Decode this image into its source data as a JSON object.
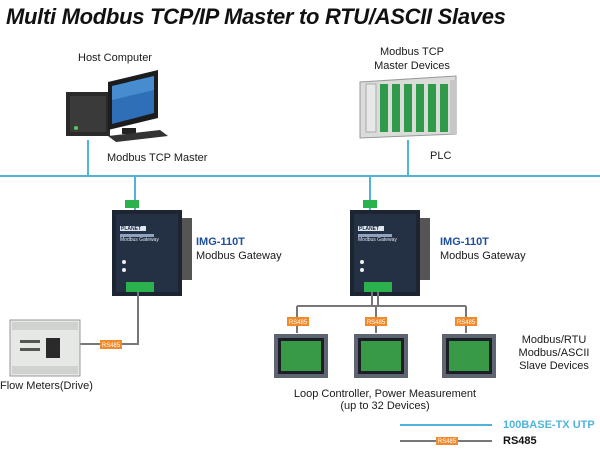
{
  "title": "Multi Modbus TCP/IP Master to RTU/ASCII Slaves",
  "host": {
    "label": "Host Computer",
    "role_label": "Modbus TCP Master"
  },
  "plc": {
    "label_line1": "Modbus TCP",
    "label_line2": "Master Devices",
    "label": "PLC"
  },
  "gateways": [
    {
      "model": "IMG-110T",
      "desc": "Modbus Gateway",
      "device_text": "Modbus Gateway",
      "brand": "PLANET"
    },
    {
      "model": "IMG-110T",
      "desc": "Modbus Gateway",
      "device_text": "Modbus Gateway",
      "brand": "PLANET"
    }
  ],
  "rs485_tag": "RS485",
  "flow_meters_label": "Flow Meters(Drive)",
  "loop_label_line1": "Loop Controller, Power Measurement",
  "loop_label_line2": "(up to 32 Devices)",
  "slave_label_line1": "Modbus/RTU",
  "slave_label_line2": "Modbus/ASCII",
  "slave_label_line3": "Slave Devices",
  "legend": {
    "ethernet_label": "100BASE-TX UTP",
    "rs485_label": "RS485",
    "ethernet_color": "#4fb4d8",
    "rs485_color": "#f08a2a"
  }
}
